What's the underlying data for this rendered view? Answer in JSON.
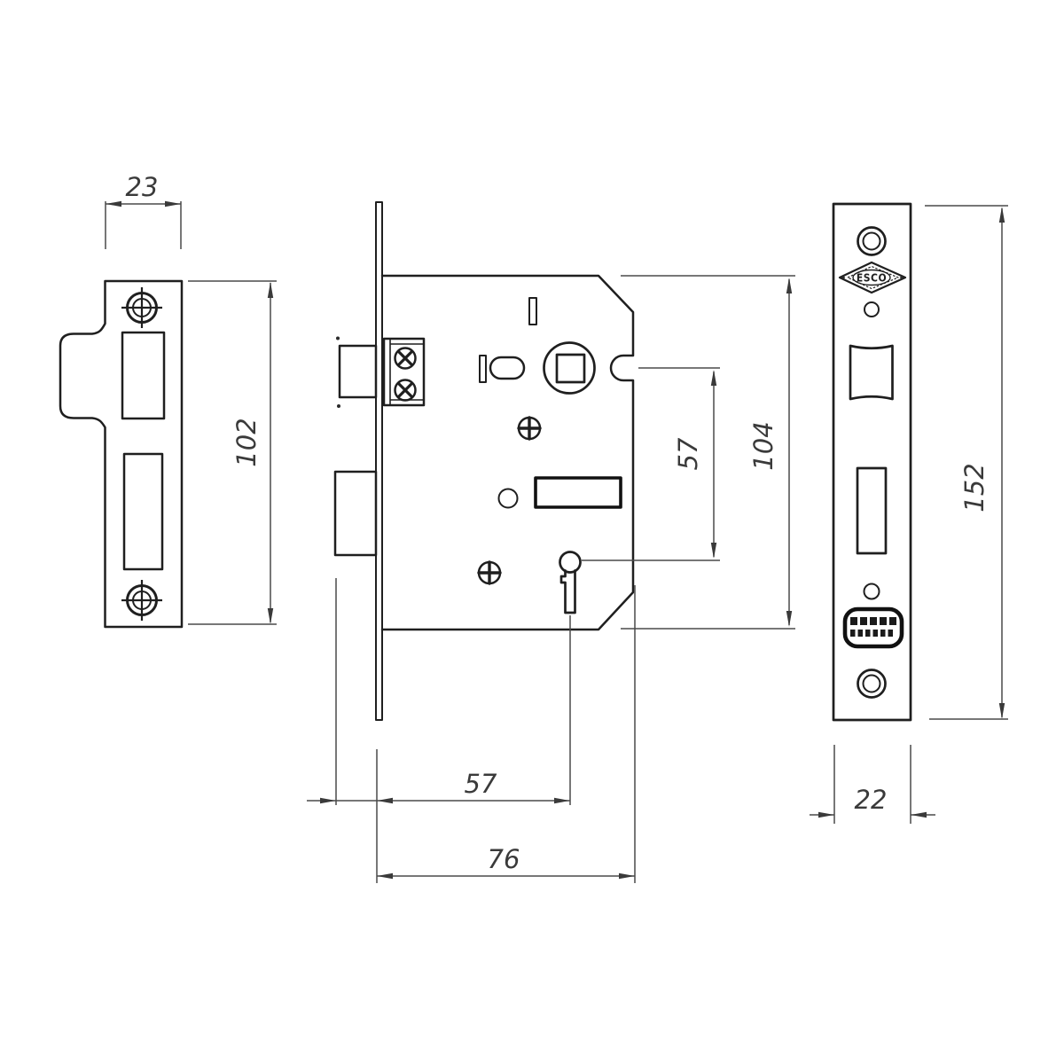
{
  "page": {
    "background_color": "#ffffff",
    "object_line_color": "#1f1f1f",
    "dimension_line_color": "#4a4a4a"
  },
  "drawing": {
    "brand": "ESCO",
    "views": {
      "strike_plate": {
        "label": "strike-plate-side-view",
        "width_mm": "23",
        "height_mm": "102"
      },
      "lock_body": {
        "label": "lock-case-side-view",
        "backset_mm": "57",
        "case_depth_mm": "76",
        "centres_mm": "57",
        "case_height_mm": "104"
      },
      "faceplate": {
        "label": "faceplate-front-view",
        "height_mm": "152",
        "width_mm": "22"
      }
    }
  }
}
